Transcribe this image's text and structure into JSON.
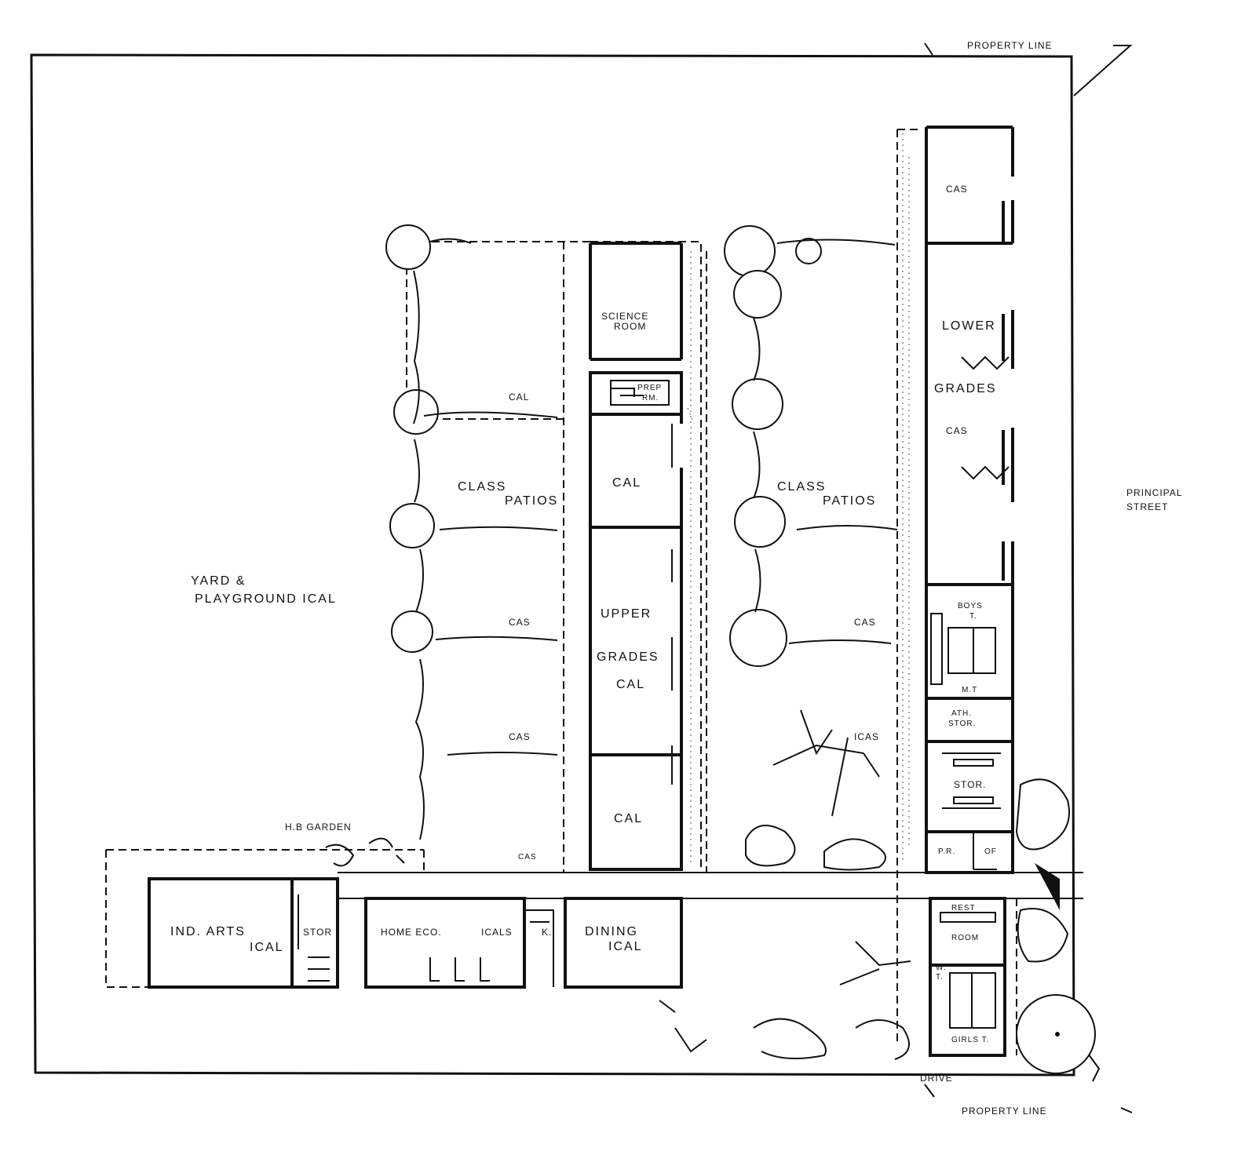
{
  "labels": {
    "property_line_top": "PROPERTY LINE",
    "property_line_bottom": "PROPERTY LINE",
    "principal_street_1": "PRINCIPAL",
    "principal_street_2": "STREET",
    "drive": "DRIVE",
    "yard_1": "YARD &",
    "yard_2": "PLAYGROUND ICAL",
    "hb_garden": "H.B GARDEN",
    "science_1": "SCIENCE",
    "science_2": "ROOM",
    "prep_1": "PREP",
    "prep_2": "RM.",
    "cal_center_1": "CAL",
    "upper": "UPPER",
    "grades_center": "GRADES",
    "cal_center_2": "CAL",
    "cal_center_3": "CAL",
    "cal_left_top": "CAL",
    "class_patios_left_1": "CLASS",
    "class_patios_left_2": "PATIOS",
    "cas_left_1": "CAS",
    "cas_left_2": "CAS",
    "cas_left_3": "CAS",
    "class_patios_right_1": "CLASS",
    "class_patios_right_2": "PATIOS",
    "cas_right": "CAS",
    "icas_right": "ICAS",
    "cas_east_top": "CAS",
    "lower": "LOWER",
    "grades_east": "GRADES",
    "cas_east_2": "CAS",
    "boys_1": "BOYS",
    "boys_2": "T.",
    "mt": "M.T",
    "ath_1": "ATH.",
    "ath_2": "STOR.",
    "stor": "STOR.",
    "pr": "P.R.",
    "of": "OF",
    "rest_1": "REST",
    "rest_2": "ROOM",
    "girls": "GIRLS T.",
    "wt_1": "W.",
    "wt_2": "T.",
    "ind_arts": "IND. ARTS",
    "ind_arts_ical": "ICAL",
    "stor_small": "STOR",
    "home_eco": "HOME ECO.",
    "icals": "ICALS",
    "k": "K.",
    "dining_1": "DINING",
    "dining_2": "ICAL"
  }
}
